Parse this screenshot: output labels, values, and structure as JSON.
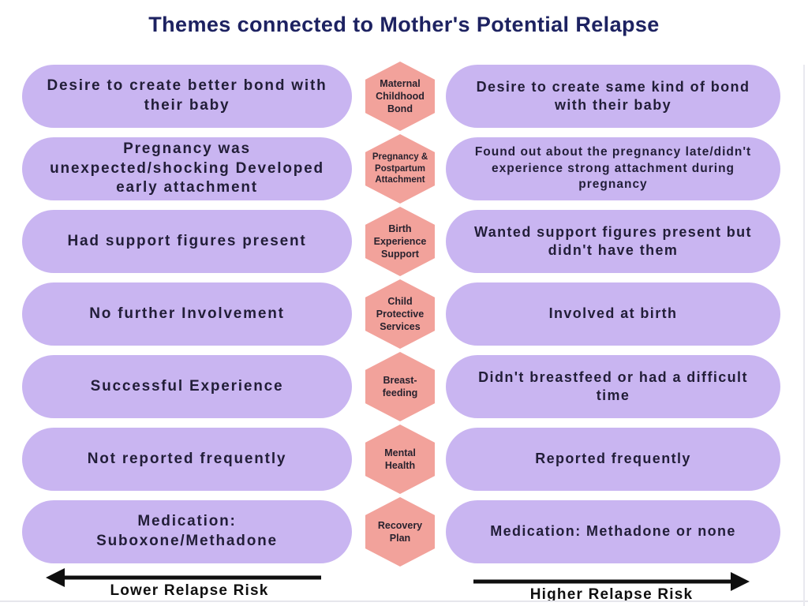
{
  "title": "Themes connected to Mother's Potential Relapse",
  "colors": {
    "pill_purple": "#c9b5f1",
    "hexagon_salmon": "#f2a29b",
    "title_navy": "#1d2261",
    "text_dark": "#221e38",
    "arrow_black": "#0f0f0f"
  },
  "rows": [
    {
      "left": "Desire to create better bond with\ntheir baby",
      "center": "Maternal\nChildhood\nBond",
      "right": "Desire to create same kind of bond\nwith their baby"
    },
    {
      "left": "Pregnancy was\nunexpected/shocking Developed\nearly attachment",
      "center": "Pregnancy &\nPostpartum\nAttachment",
      "right": "Found out about the pregnancy late/didn't\nexperience strong attachment during\npregnancy"
    },
    {
      "left": "Had support figures present",
      "center": "Birth\nExperience\nSupport",
      "right": "Wanted support figures present but\ndidn't have them"
    },
    {
      "left": "No further Involvement",
      "center": "Child\nProtective\nServices",
      "right": "Involved at birth"
    },
    {
      "left": "Successful Experience",
      "center": "Breast-\nfeeding",
      "right": "Didn't breastfeed or had a difficult\ntime"
    },
    {
      "left": "Not reported frequently",
      "center": "Mental\nHealth",
      "right": "Reported frequently"
    },
    {
      "left": "Medication:\nSuboxone/Methadone",
      "center": "Recovery\nPlan",
      "right": "Medication: Methadone or none"
    }
  ],
  "axis": {
    "lower_label": "Lower Relapse Risk",
    "higher_label": "Higher Relapse Risk"
  }
}
